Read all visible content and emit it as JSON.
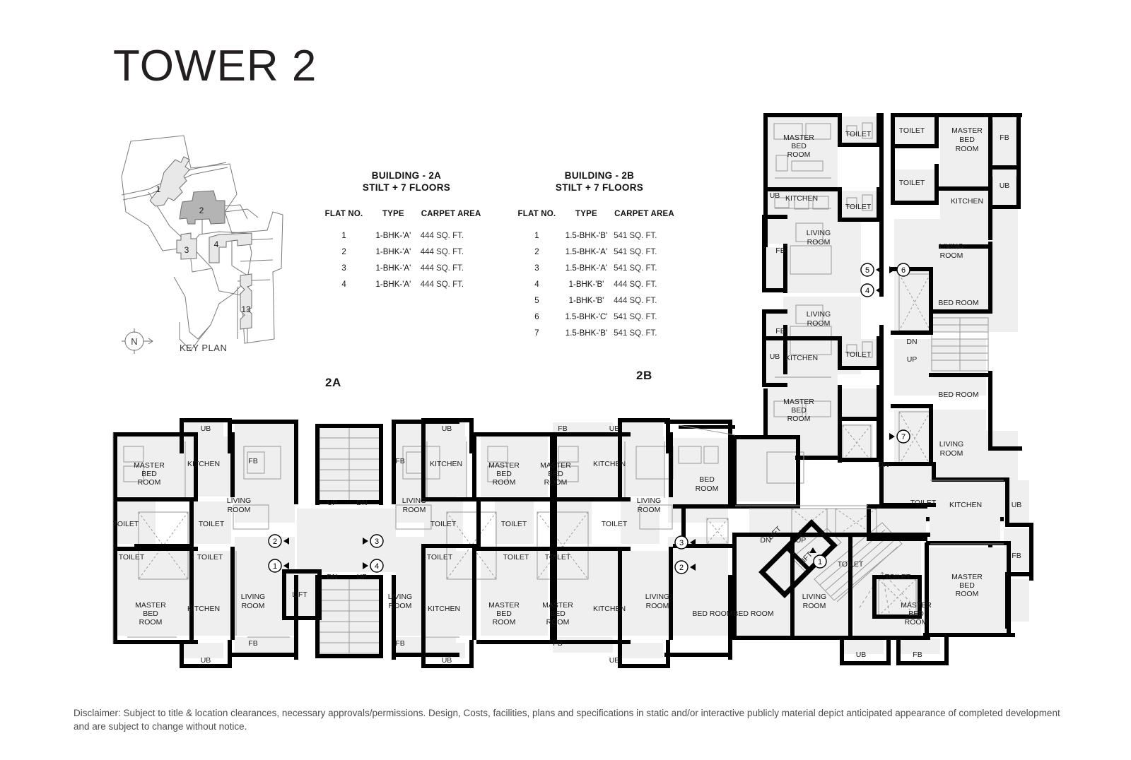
{
  "title": "TOWER 2",
  "keyplan": {
    "label": "KEY PLAN",
    "compass_letter": "N",
    "building_numbers": [
      "1",
      "2",
      "3",
      "4",
      "13"
    ],
    "highlighted_building": "2"
  },
  "spec_tables": [
    {
      "id": "2A",
      "title": "BUILDING - 2A\nSTILT + 7 FLOORS",
      "headers": [
        "FLAT NO.",
        "TYPE",
        "CARPET AREA"
      ],
      "rows": [
        {
          "flat_no": "1",
          "type": "1-BHK-'A'",
          "carpet_area": "444 SQ. FT."
        },
        {
          "flat_no": "2",
          "type": "1-BHK-'A'",
          "carpet_area": "444 SQ. FT."
        },
        {
          "flat_no": "3",
          "type": "1-BHK-'A'",
          "carpet_area": "444 SQ. FT."
        },
        {
          "flat_no": "4",
          "type": "1-BHK-'A'",
          "carpet_area": "444 SQ. FT."
        }
      ]
    },
    {
      "id": "2B",
      "title": "BUILDING - 2B\nSTILT + 7 FLOORS",
      "headers": [
        "FLAT NO.",
        "TYPE",
        "CARPET AREA"
      ],
      "rows": [
        {
          "flat_no": "1",
          "type": "1.5-BHK-'B'",
          "carpet_area": "541 SQ. FT."
        },
        {
          "flat_no": "2",
          "type": "1.5-BHK-'A'",
          "carpet_area": "541 SQ. FT."
        },
        {
          "flat_no": "3",
          "type": "1.5-BHK-'A'",
          "carpet_area": "541 SQ. FT."
        },
        {
          "flat_no": "4",
          "type": "1-BHK-'B'",
          "carpet_area": "444 SQ. FT."
        },
        {
          "flat_no": "5",
          "type": "1-BHK-'B'",
          "carpet_area": "444 SQ. FT."
        },
        {
          "flat_no": "6",
          "type": "1.5-BHK-'C'",
          "carpet_area": "541 SQ. FT."
        },
        {
          "flat_no": "7",
          "type": "1.5-BHK-'B'",
          "carpet_area": "541 SQ. FT."
        }
      ]
    }
  ],
  "wing_labels": {
    "left": "2A",
    "right": "2B"
  },
  "room_labels": {
    "master_bed_room": "MASTER\nBED\nROOM",
    "bed_room": "BED ROOM",
    "living_room": "LIVING\nROOM",
    "kitchen": "KITCHEN",
    "toilet": "TOILET",
    "lift": "LIFT",
    "up": "UP",
    "dn": "DN",
    "fb": "FB",
    "ub": "UB"
  },
  "flat_markers_2a": [
    "1",
    "2",
    "3",
    "4"
  ],
  "flat_markers_2b": [
    "1",
    "2",
    "3",
    "4",
    "5",
    "6",
    "7"
  ],
  "colors": {
    "wall": "#000000",
    "room_fill": "#efefef",
    "thin_line": "#8c8c8c",
    "text": "#1a1a1a",
    "keyplan_fill": "#e8e8e8",
    "keyplan_highlight": "#b4b4b4",
    "disclaimer_text": "#4d4d4d"
  },
  "disclaimer": "Disclaimer: Subject to title & location clearances, necessary approvals/permissions. Design, Costs, facilities, plans and specifications in static and/or interactive publicly material depict anticipated appearance of completed development and are subject to change without notice."
}
